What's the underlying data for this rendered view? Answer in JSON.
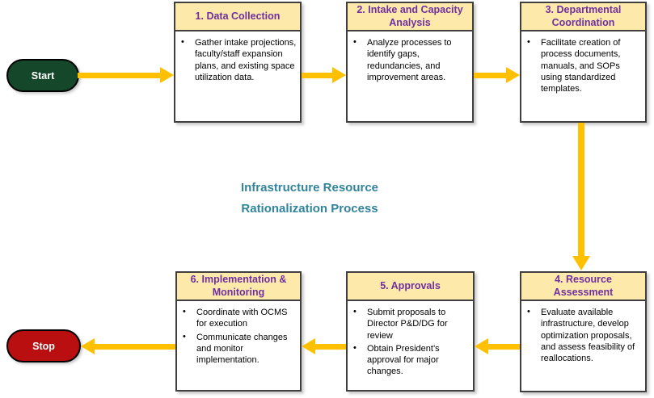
{
  "title": {
    "line1": "Infrastructure Resource",
    "line2": "Rationalization Process"
  },
  "terminals": {
    "start": "Start",
    "stop": "Stop"
  },
  "steps": [
    {
      "title": "1. Data Collection",
      "bullets": [
        "Gather intake projections, faculty/staff expansion plans, and existing space utilization data."
      ]
    },
    {
      "title": "2. Intake and Capacity Analysis",
      "bullets": [
        "Analyze processes to identify gaps, redundancies, and improvement areas."
      ]
    },
    {
      "title": "3. Departmental Coordination",
      "bullets": [
        "Facilitate creation of process documents, manuals, and SOPs using standardized templates."
      ]
    },
    {
      "title": "4. Resource Assessment",
      "bullets": [
        "Evaluate available infrastructure, develop optimization proposals, and assess feasibility of reallocations."
      ]
    },
    {
      "title": "5. Approvals",
      "bullets": [
        "Submit proposals to Director P&D/DG for review",
        "Obtain President’s approval for major changes."
      ]
    },
    {
      "title": "6. Implementation & Monitoring",
      "bullets": [
        "Coordinate with OCMS for execution",
        "Communicate changes and monitor implementation."
      ]
    }
  ],
  "colors": {
    "header_bg": "#FDE9A9",
    "header_text": "#7030A0",
    "title_text": "#31849B",
    "start_fill": "#15482A",
    "stop_fill": "#B90F10",
    "arrow": "#FFC000"
  }
}
